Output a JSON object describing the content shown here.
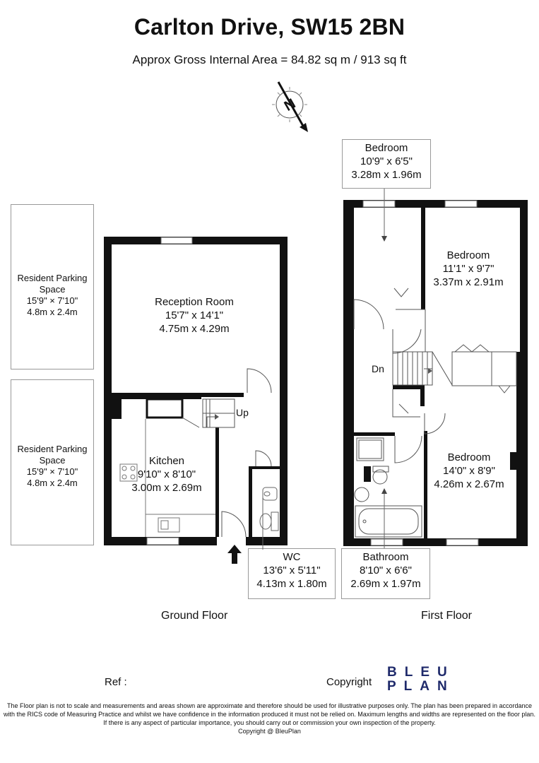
{
  "header": {
    "title": "Carlton Drive, SW15 2BN",
    "area": "Approx Gross Internal Area = 84.82 sq m / 913 sq ft"
  },
  "compass": {
    "letter": "N"
  },
  "ground_floor": {
    "label": "Ground Floor",
    "stairs_label": "Up",
    "rooms": {
      "reception": {
        "name": "Reception Room",
        "imperial": "15'7\" x 14'1\"",
        "metric": "4.75m x 4.29m"
      },
      "kitchen": {
        "name": "Kitchen",
        "imperial": "9'10\" x 8'10\"",
        "metric": "3.00m x 2.69m"
      },
      "wc": {
        "name": "WC",
        "imperial": "13'6\" x 5'11\"",
        "metric": "4.13m x 1.80m"
      }
    }
  },
  "first_floor": {
    "label": "First Floor",
    "stairs_label": "Dn",
    "rooms": {
      "bedroom_small": {
        "name": "Bedroom",
        "imperial": "10'9\" x 6'5\"",
        "metric": "3.28m x 1.96m"
      },
      "bedroom_top_right": {
        "name": "Bedroom",
        "imperial": "11'1\" x 9'7\"",
        "metric": "3.37m x 2.91m"
      },
      "bedroom_bottom_right": {
        "name": "Bedroom",
        "imperial": "14'0\" x 8'9\"",
        "metric": "4.26m x 2.67m"
      },
      "bathroom": {
        "name": "Bathroom",
        "imperial": "8'10\" x 6'6\"",
        "metric": "2.69m x 1.97m"
      }
    }
  },
  "parking": [
    {
      "line1": "Resident Parking",
      "line2": "Space",
      "imperial": "15'9\" × 7'10\"",
      "metric": "4.8m x 2.4m"
    },
    {
      "line1": "Resident Parking",
      "line2": "Space",
      "imperial": "15'9\" × 7'10\"",
      "metric": "4.8m x 2.4m"
    }
  ],
  "footer": {
    "ref_label": "Ref :",
    "copyright_label": "Copyright",
    "logo_top": "BLEU",
    "logo_bottom": "PLAN",
    "logo_color": "#1f2a6b",
    "disclaimer_1": "The Floor plan is not to scale and measurements and areas shown are approximate and therefore should be used for illustrative purposes only. The plan has been prepared in accordance",
    "disclaimer_2": "with the RICS code of Measuring Practice and whilst we have confidence in the information produced it must not be relied on. Maximum lengths and widths are represented on the floor plan.",
    "disclaimer_3": "If there is any aspect of particular importance, you should carry out or commission your own inspection of the property.",
    "disclaimer_4": "Copyright @ BleuPlan"
  }
}
